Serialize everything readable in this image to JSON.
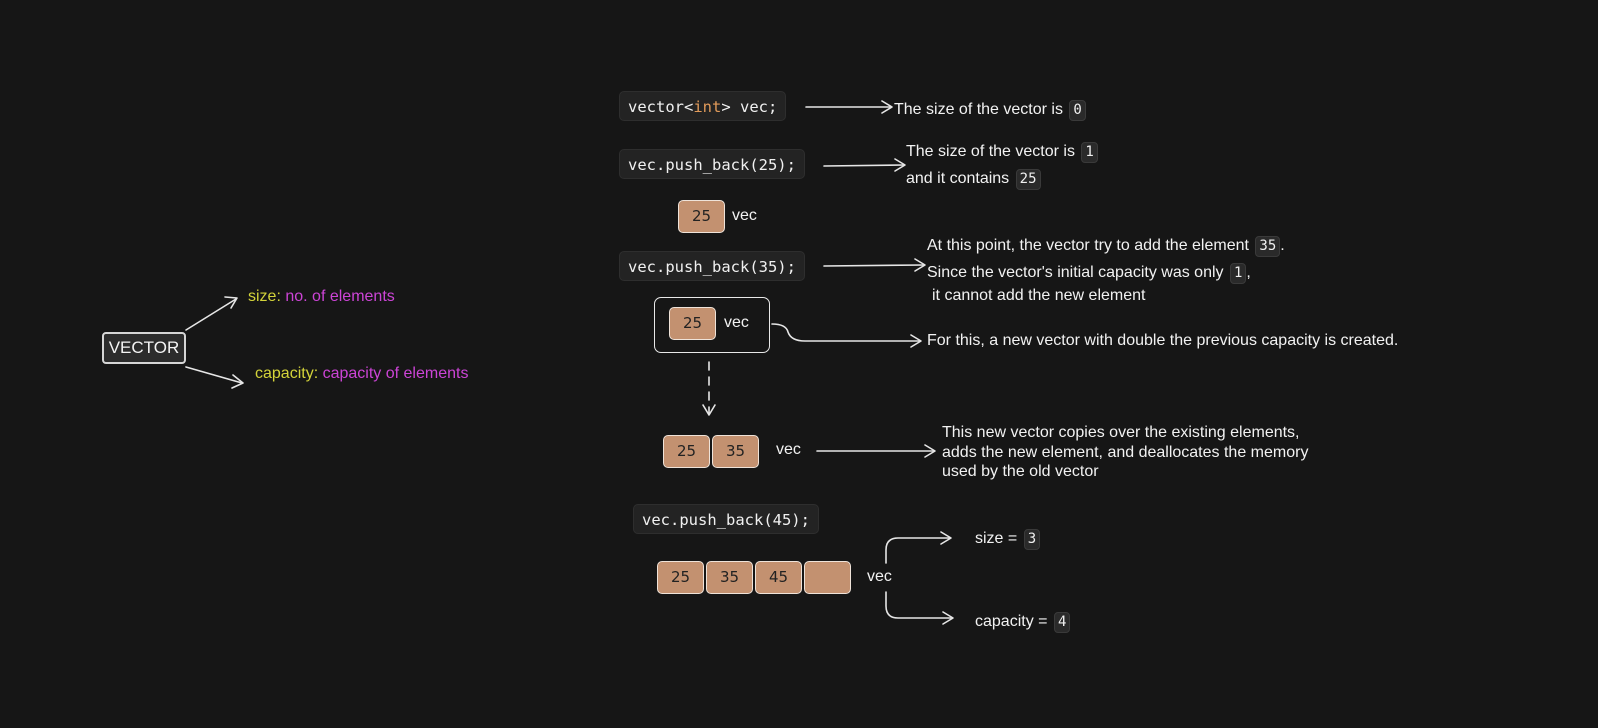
{
  "vector_concept": {
    "label": "VECTOR",
    "size_key": "size:",
    "size_value": "no. of elements",
    "capacity_key": "capacity:",
    "capacity_value": "capacity of elements"
  },
  "step1": {
    "code_pre": "vector<",
    "code_kw": "int",
    "code_post": "> vec;",
    "desc": "The size of the vector is",
    "size_chip": "0"
  },
  "step2": {
    "code": "vec.push_back(25);",
    "line1": "The size of the vector is",
    "line1_chip": "1",
    "line2": "and it contains",
    "line2_chip": "25",
    "cells": [
      "25"
    ],
    "vec_label": "vec"
  },
  "step3": {
    "code": "vec.push_back(35);",
    "line1_pre": "At this point, the vector try to add the element",
    "line1_chip": "35",
    "line1_post": ".",
    "line2_pre": "Since the vector's initial capacity was only",
    "line2_chip": "1",
    "line2_post": ",",
    "line3": "it cannot add the new element",
    "old_cells": [
      "25"
    ],
    "old_vec_label": "vec",
    "realloc_desc": "For this, a new vector with double the previous capacity is created.",
    "new_cells": [
      "25",
      "35"
    ],
    "new_vec_label": "vec",
    "copy_line1": "This new vector copies over the existing elements,",
    "copy_line2": "adds the new element, and deallocates the memory",
    "copy_line3": "used by the old vector"
  },
  "step4": {
    "code": "vec.push_back(45);",
    "cells": [
      "25",
      "35",
      "45",
      ""
    ],
    "vec_label": "vec",
    "size_text": "size =",
    "size_chip": "3",
    "capacity_text": "capacity =",
    "capacity_chip": "4"
  },
  "colors": {
    "background": "#161616",
    "cell_fill": "#c39170",
    "keyword": "#e09a5a",
    "key_label": "#d4d43a",
    "value_label": "#cc44d6"
  }
}
